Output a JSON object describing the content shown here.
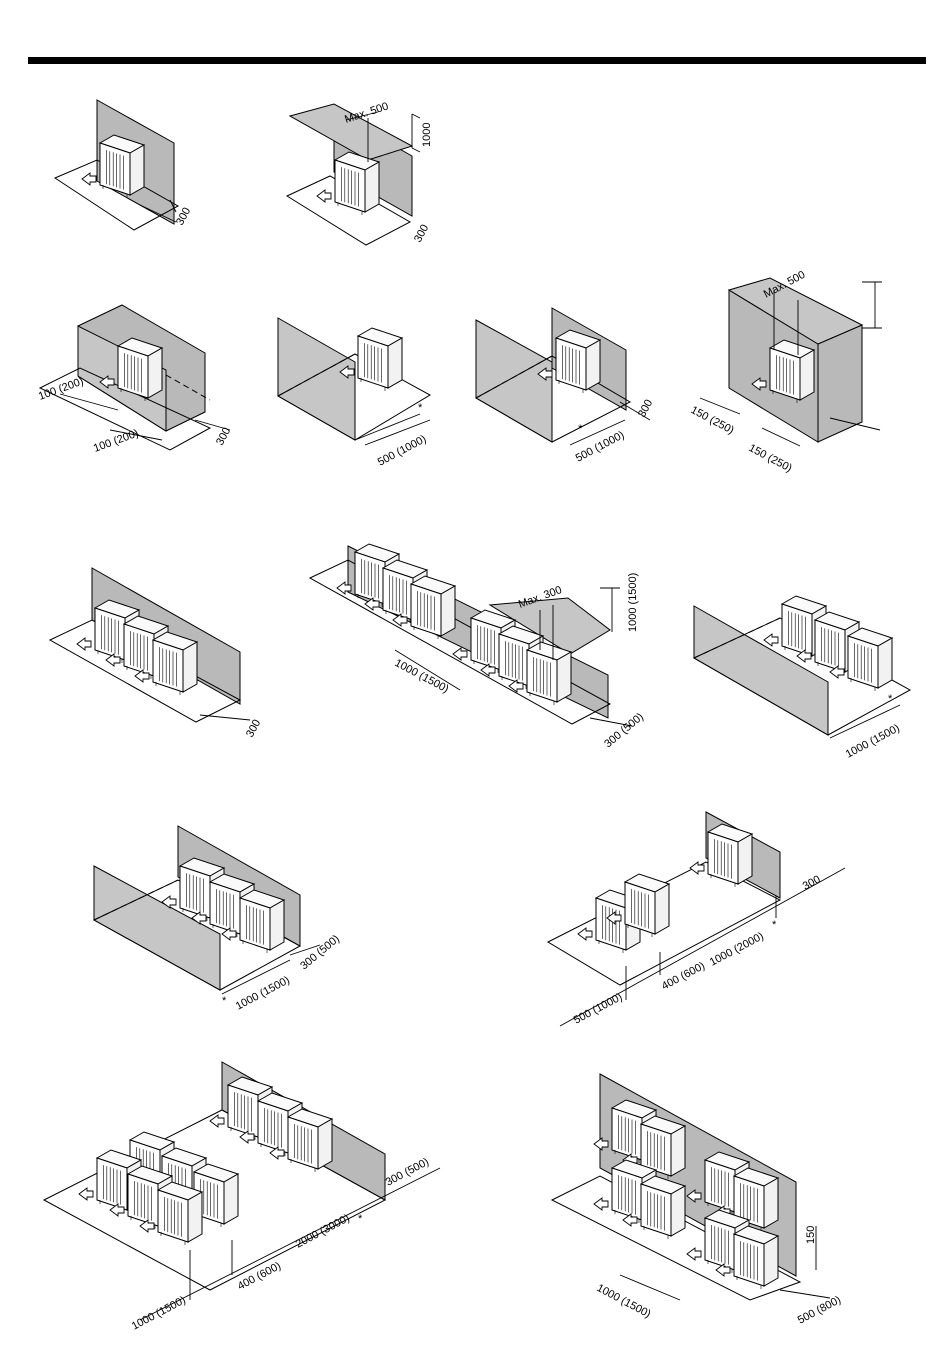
{
  "diagram": {
    "labels": {
      "d1": [
        "300"
      ],
      "d2": [
        "Max. 500",
        "1000",
        "300"
      ],
      "d3": [
        "100 (200)",
        "100 (200)",
        "300"
      ],
      "d4": [
        "500 (1000)",
        "*"
      ],
      "d5": [
        "500 (1000)",
        "300",
        "*"
      ],
      "d6": [
        "Max. 500",
        "150 (250)",
        "150 (250)"
      ],
      "d7": [
        "300"
      ],
      "d8": [
        "Max. 300",
        "1000 (1500)",
        "1000 (1500)",
        "300 (500)"
      ],
      "d9": [
        "1000 (1500)",
        "*"
      ],
      "d10": [
        "1000 (1500)",
        "300 (500)",
        "*"
      ],
      "d11": [
        "300",
        "1000 (2000)",
        "400 (600)",
        "500 (1000)",
        "*"
      ],
      "d12": [
        "300 (500)",
        "2000 (3000)",
        "400 (600)",
        "1000 (1500)",
        "*"
      ],
      "d13": [
        "150",
        "1000 (1500)",
        "500 (800)"
      ]
    }
  }
}
